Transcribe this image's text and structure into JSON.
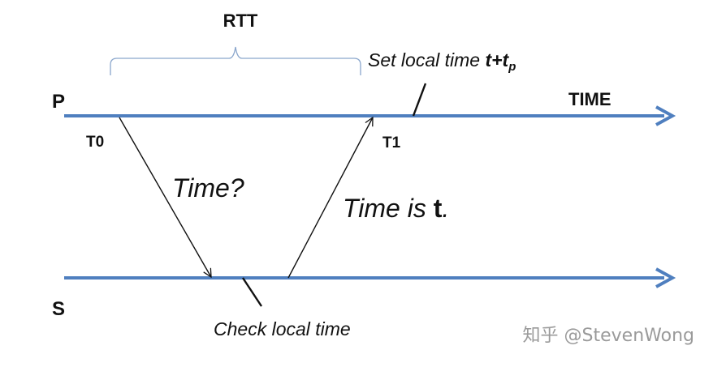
{
  "labels": {
    "rtt": "RTT",
    "process_p": "P",
    "process_s": "S",
    "time_axis": "TIME",
    "t0": "T0",
    "t1": "T1"
  },
  "messages": {
    "request": "Time?",
    "reply_prefix": "Time is ",
    "reply_var": "t",
    "reply_suffix": "."
  },
  "annotations": {
    "set_local_prefix": "Set local time ",
    "set_local_var": "t+t",
    "set_local_sub": "p",
    "check_local": "Check local time"
  },
  "watermark": "知乎 @StevenWong",
  "colors": {
    "timeline": "#4f7fbf",
    "brace": "#8aa6cc",
    "arrow": "#111111"
  }
}
